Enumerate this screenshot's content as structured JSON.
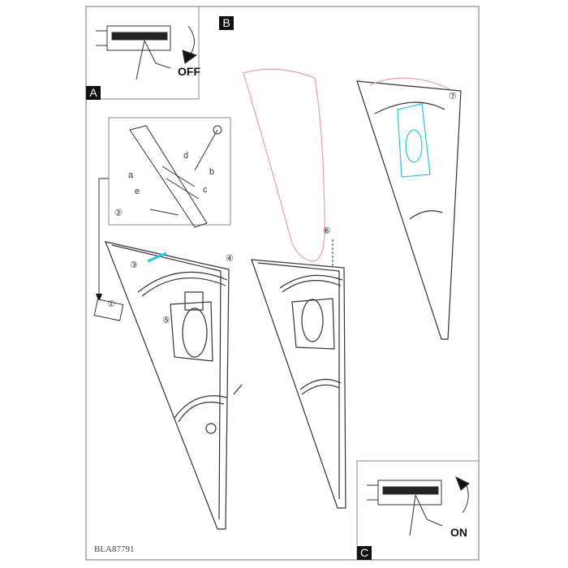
{
  "panels": {
    "a": {
      "label": "A",
      "switch_text": "OFF"
    },
    "b": {
      "label": "B"
    },
    "c": {
      "label": "C",
      "switch_text": "ON"
    }
  },
  "product_code": "BLA87791",
  "steps": [
    "①",
    "②",
    "③",
    "④",
    "⑤",
    "⑥",
    "⑦"
  ],
  "detail_letters": [
    "a",
    "b",
    "c",
    "d",
    "e"
  ],
  "colors": {
    "shade": "#f2a0b4",
    "highlight": "#2cc6d6",
    "line": "#333333"
  }
}
